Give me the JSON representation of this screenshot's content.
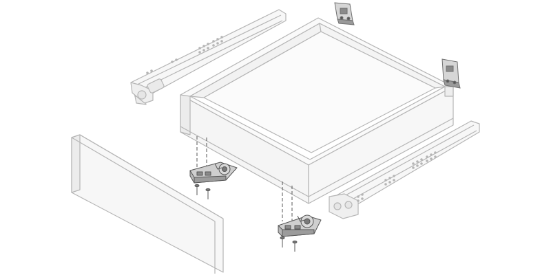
{
  "diagram": {
    "subject": "drawer-assembly-exploded-view",
    "colors": {
      "background": "#ffffff",
      "outline": "#b5b5b5",
      "panel_fill": "#f7f7f7",
      "panel_shade": "#ececec",
      "hardware_fill": "#d6d6d6",
      "hardware_dark": "#6e6e6e",
      "guide_line": "#555555"
    },
    "components": [
      {
        "id": "front-panel",
        "name": "drawer-front-panel"
      },
      {
        "id": "drawer-box",
        "name": "drawer-box"
      },
      {
        "id": "rail-left",
        "name": "left-drawer-runner"
      },
      {
        "id": "rail-right",
        "name": "right-drawer-runner"
      },
      {
        "id": "locking-device-left",
        "name": "left-locking-device"
      },
      {
        "id": "locking-device-right",
        "name": "right-locking-device"
      },
      {
        "id": "rear-bracket-left",
        "name": "left-rear-bracket"
      },
      {
        "id": "rear-bracket-right",
        "name": "right-rear-bracket"
      },
      {
        "id": "screws-left",
        "name": "left-screw-pair"
      },
      {
        "id": "screws-right",
        "name": "right-screw-pair"
      }
    ]
  }
}
